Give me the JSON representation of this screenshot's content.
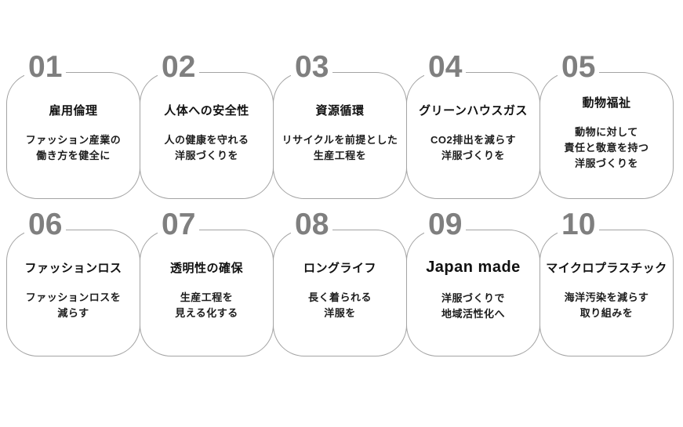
{
  "page": {
    "background": "#ffffff",
    "card_border_color": "#a3a3a3",
    "number_color": "#7f7f7f",
    "title_color": "#111111",
    "description_color": "#1c1c1c"
  },
  "cards": [
    {
      "number": "01",
      "title": "雇用倫理",
      "description": "ファッション産業の\n働き方を健全に"
    },
    {
      "number": "02",
      "title": "人体への安全性",
      "description": "人の健康を守れる\n洋服づくりを"
    },
    {
      "number": "03",
      "title": "資源循環",
      "description": "リサイクルを前提とした\n生産工程を"
    },
    {
      "number": "04",
      "title": "グリーンハウスガス",
      "description": "CO2排出を減らす\n洋服づくりを"
    },
    {
      "number": "05",
      "title": "動物福祉",
      "description": "動物に対して\n責任と敬意を持つ\n洋服づくりを"
    },
    {
      "number": "06",
      "title": "ファッションロス",
      "description": "ファッションロスを\n減らす"
    },
    {
      "number": "07",
      "title": "透明性の確保",
      "description": "生産工程を\n見える化する"
    },
    {
      "number": "08",
      "title": "ロングライフ",
      "description": "長く着られる\n洋服を"
    },
    {
      "number": "09",
      "title": "Japan made",
      "description": "洋服づくりで\n地域活性化へ"
    },
    {
      "number": "10",
      "title": "マイクロプラスチック",
      "description": "海洋汚染を減らす\n取り組みを"
    }
  ]
}
